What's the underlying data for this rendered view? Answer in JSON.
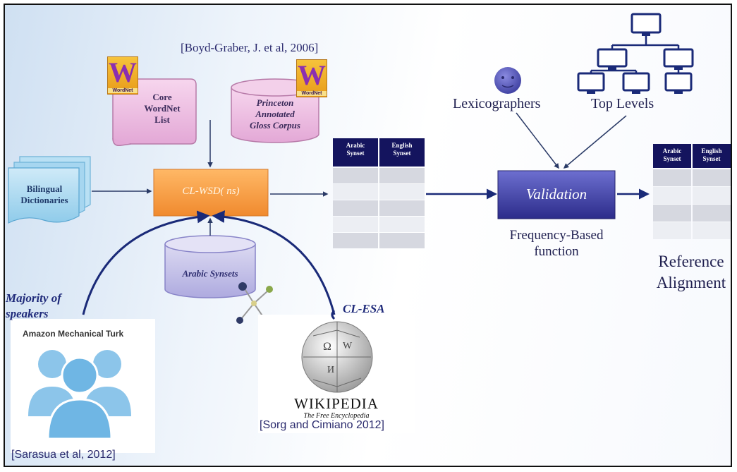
{
  "citations": {
    "boyd_graber": "[Boyd-Graber, J. et al, 2006]",
    "sorg": "[Sorg and Cimiano 2012]",
    "sarasua": "[Sarasua et al, 2012]"
  },
  "sources": {
    "core_wordnet": [
      "Core",
      "WordNet",
      "List"
    ],
    "princeton": [
      "Princeton",
      "Annotated",
      "Gloss Corpus"
    ],
    "wordnet_badge": "WordNet",
    "bilingual": [
      "Bilingual",
      "Dictionaries"
    ],
    "arabic_synsets": "Arabic Synsets"
  },
  "process": {
    "cl_wsd": "CL-WSD( ns)",
    "validation": "Validation",
    "frequency": [
      "Frequency-Based",
      "function"
    ]
  },
  "validators": {
    "lexicographers": "Lexicographers",
    "top_levels": "Top Levels"
  },
  "tables": {
    "headers": [
      "Arabic Synset",
      "English Synset"
    ]
  },
  "output": {
    "reference": [
      "Reference",
      "Alignment"
    ]
  },
  "crowd": {
    "majority": [
      "Majority of",
      "speakers"
    ],
    "amt": "Amazon Mechanical Turk"
  },
  "esa": {
    "label": "CL-ESA",
    "wiki_name": "WIKIPEDIA",
    "wiki_sub": "The Free Encyclopedia"
  },
  "colors": {
    "orange": "#f59a3c",
    "navy": "#1a2a78",
    "purple": "#3d3fa0",
    "person": "#8cc5ea"
  }
}
